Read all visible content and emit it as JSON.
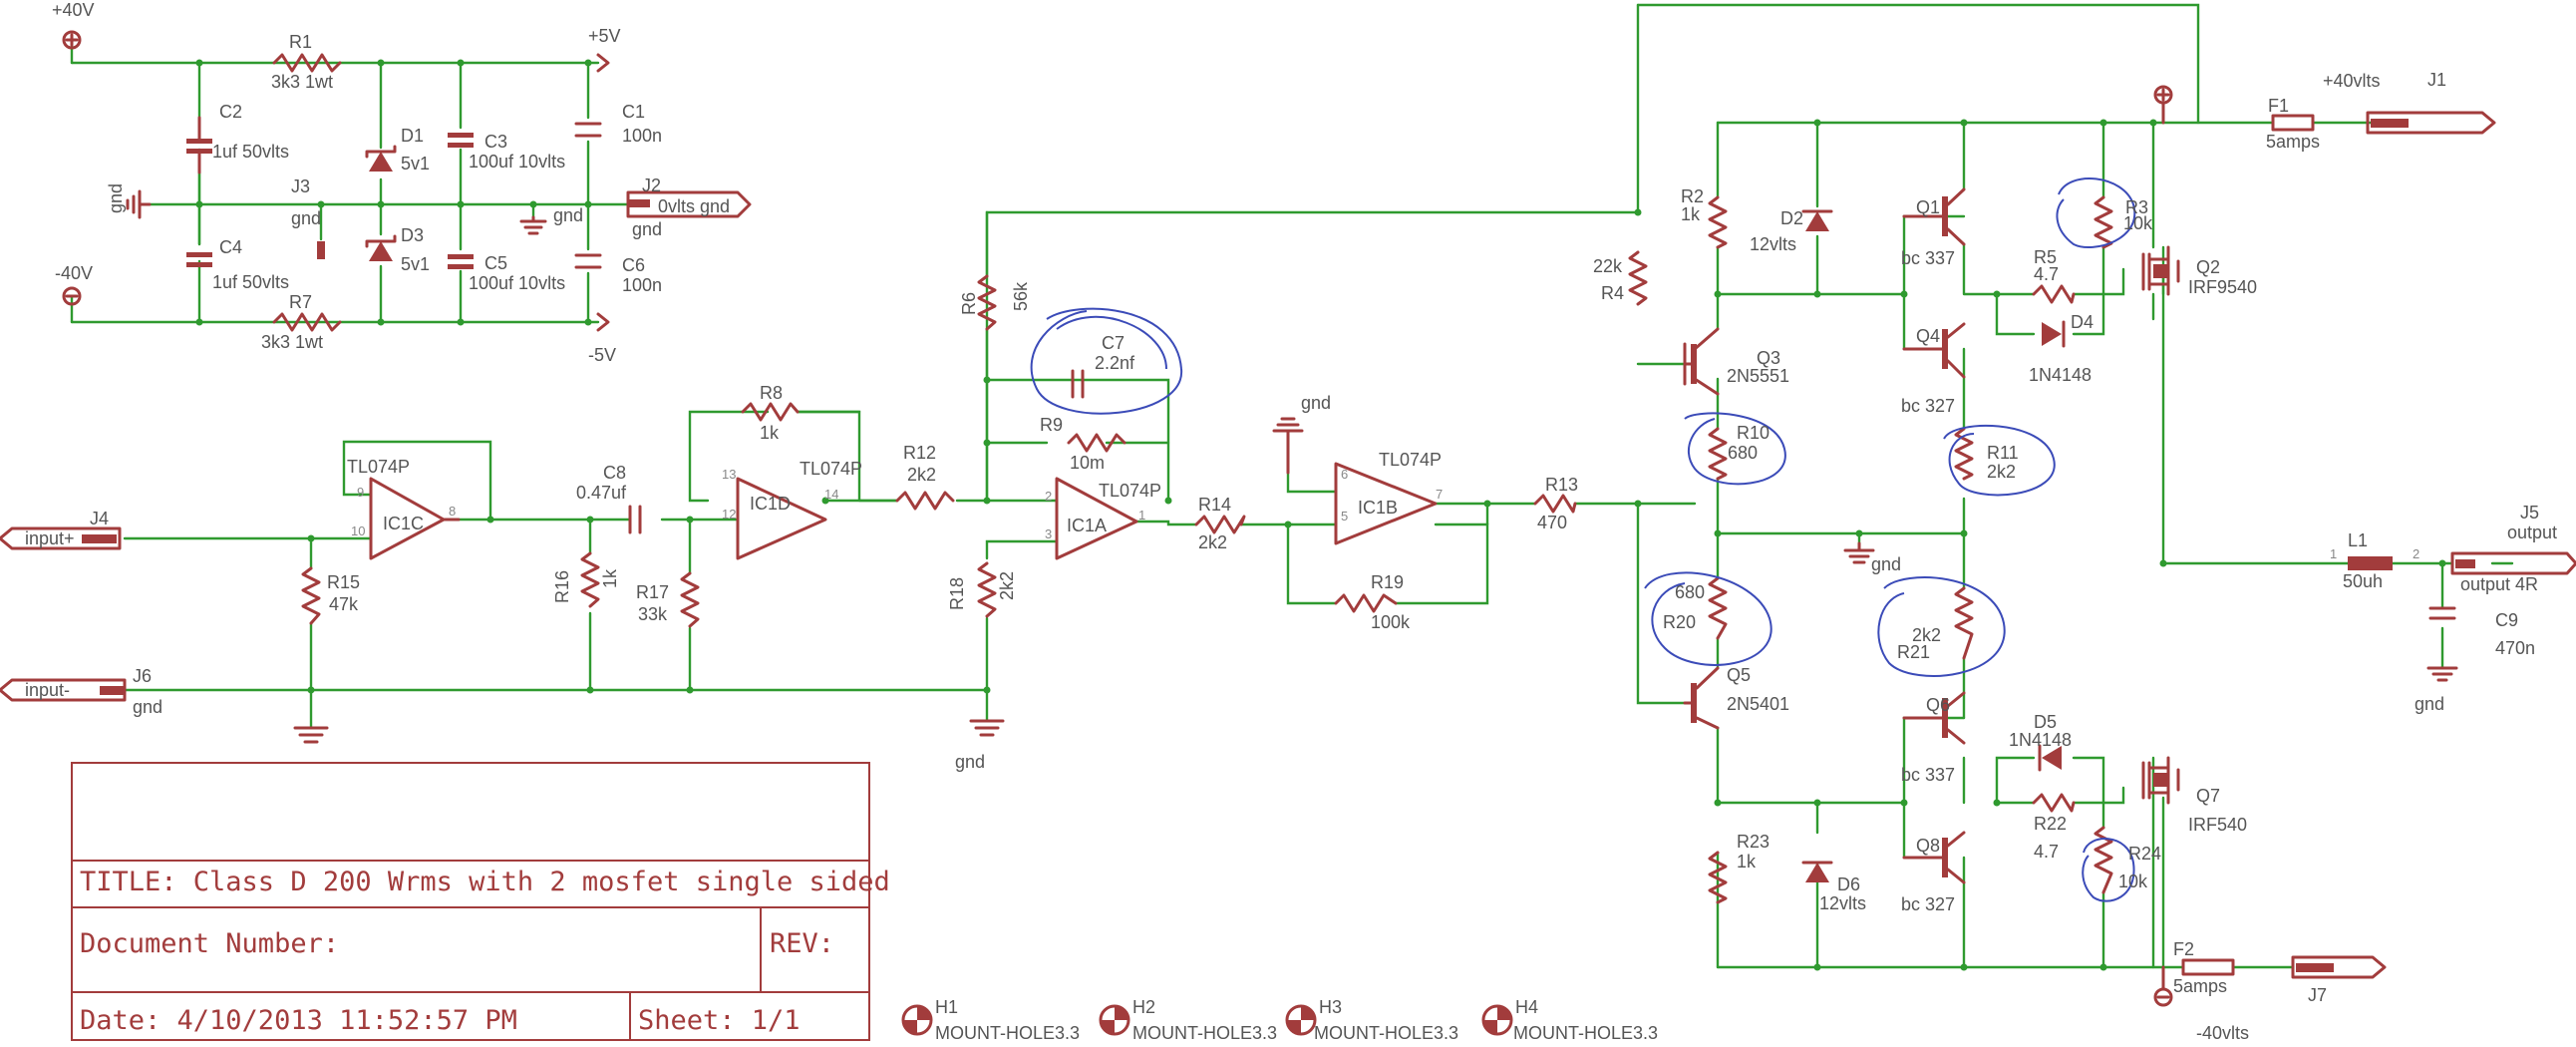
{
  "supply": {
    "pos_in": "+40V",
    "neg_in": "-40V",
    "pos_out": "+5V",
    "neg_out": "-5V",
    "gnd_label": "gnd"
  },
  "amp": {
    "pos_rail": "+40vlts",
    "neg_rail": "-40vlts",
    "gnd": "gnd",
    "opamp": "TL074P"
  },
  "components": {
    "R1": {
      "name": "R1",
      "value": "3k3 1wt"
    },
    "R7": {
      "name": "R7",
      "value": "3k3 1wt"
    },
    "C2": {
      "name": "C2",
      "value": "1uf 50vlts"
    },
    "C4": {
      "name": "C4",
      "value": "1uf 50vlts"
    },
    "D1": {
      "name": "D1",
      "value": "5v1"
    },
    "D3": {
      "name": "D3",
      "value": "5v1"
    },
    "C3": {
      "name": "C3",
      "value": "100uf 10vlts"
    },
    "C5": {
      "name": "C5",
      "value": "100uf 10vlts"
    },
    "C1": {
      "name": "C1",
      "value": "100n"
    },
    "C6": {
      "name": "C6",
      "value": "100n"
    },
    "J2": {
      "name": "J2",
      "value": "0vlts gnd"
    },
    "J3": {
      "name": "J3",
      "value": "gnd"
    },
    "IC1C": {
      "name": "IC1C"
    },
    "IC1D": {
      "name": "IC1D"
    },
    "IC1A": {
      "name": "IC1A"
    },
    "IC1B": {
      "name": "IC1B"
    },
    "R15": {
      "name": "R15",
      "value": "47k"
    },
    "R16": {
      "name": "R16",
      "value": "1k"
    },
    "R17": {
      "name": "R17",
      "value": "33k"
    },
    "R8": {
      "name": "R8",
      "value": "1k"
    },
    "C8": {
      "name": "C8",
      "value": "0.47uf"
    },
    "R12": {
      "name": "R12",
      "value": "2k2"
    },
    "R6": {
      "name": "R6",
      "value": "56k"
    },
    "C7": {
      "name": "C7",
      "value": "2.2nf"
    },
    "R9": {
      "name": "R9",
      "value": "10m"
    },
    "R18": {
      "name": "R18",
      "value": "2k2"
    },
    "R14": {
      "name": "R14",
      "value": "2k2"
    },
    "R19": {
      "name": "R19",
      "value": "100k"
    },
    "R13": {
      "name": "R13",
      "value": "470"
    },
    "J4": {
      "name": "J4",
      "value": "input+"
    },
    "J6": {
      "name": "J6",
      "value": "input-",
      "extra": "gnd"
    },
    "R2": {
      "name": "R2",
      "value": "1k"
    },
    "D2": {
      "name": "D2",
      "value": "12vlts"
    },
    "R4": {
      "name": "R4",
      "value": "22k"
    },
    "Q3": {
      "name": "Q3",
      "value": "2N5551"
    },
    "Q1": {
      "name": "Q1",
      "value": "bc 337"
    },
    "Q4": {
      "name": "Q4",
      "value": "bc 327"
    },
    "R3": {
      "name": "R3",
      "value": "10k"
    },
    "R5": {
      "name": "R5",
      "value": "4.7"
    },
    "D4": {
      "name": "D4",
      "value": "1N4148"
    },
    "Q2": {
      "name": "Q2",
      "value": "IRF9540"
    },
    "R10": {
      "name": "R10",
      "value": "680"
    },
    "R11": {
      "name": "R11",
      "value": "2k2"
    },
    "R20": {
      "name": "R20",
      "value": "680"
    },
    "R21": {
      "name": "R21",
      "value": "2k2"
    },
    "Q5": {
      "name": "Q5",
      "value": "2N5401"
    },
    "Q6": {
      "name": "Q6",
      "value": "bc 337"
    },
    "Q8": {
      "name": "Q8",
      "value": "bc 327"
    },
    "D5": {
      "name": "D5",
      "value": "1N4148"
    },
    "R22": {
      "name": "R22",
      "value": "4.7"
    },
    "R24": {
      "name": "R24",
      "value": "10k"
    },
    "Q7": {
      "name": "Q7",
      "value": "IRF540"
    },
    "R23": {
      "name": "R23",
      "value": "1k"
    },
    "D6": {
      "name": "D6",
      "value": "12vlts"
    },
    "F1": {
      "name": "F1",
      "value": "5amps"
    },
    "F2": {
      "name": "F2",
      "value": "5amps"
    },
    "J1": {
      "name": "J1"
    },
    "J7": {
      "name": "J7"
    },
    "L1": {
      "name": "L1",
      "value": "50uh"
    },
    "J5": {
      "name": "J5",
      "label": "output",
      "value": "output 4R"
    },
    "C9": {
      "name": "C9",
      "value": "470n"
    }
  },
  "pins": {
    "ic1c_p": "9",
    "ic1c_n": "10",
    "ic1c_o": "8",
    "ic1d_n": "13",
    "ic1d_p": "12",
    "ic1d_o": "14",
    "ic1a_n": "2",
    "ic1a_p": "3",
    "ic1a_o": "1",
    "ic1b_a": "6",
    "ic1b_b": "5",
    "ic1b_o": "7",
    "l1_a": "1",
    "l1_b": "2"
  },
  "frame": {
    "title": "TITLE:  Class D 200 Wrms with 2 mosfet single sided",
    "doc": "Document Number:",
    "rev": "REV:",
    "date": "Date: 4/10/2013 11:52:57 PM",
    "sheet": "Sheet: 1/1"
  },
  "holes": [
    {
      "name": "H1",
      "value": "MOUNT-HOLE3.3"
    },
    {
      "name": "H2",
      "value": "MOUNT-HOLE3.3"
    },
    {
      "name": "H3",
      "value": "MOUNT-HOLE3.3"
    },
    {
      "name": "H4",
      "value": "MOUNT-HOLE3.3"
    }
  ],
  "colors": {
    "wire": "#2f9a2f",
    "part": "#a23c3c",
    "annotation": "#3b4bb8",
    "text": "#555555"
  }
}
